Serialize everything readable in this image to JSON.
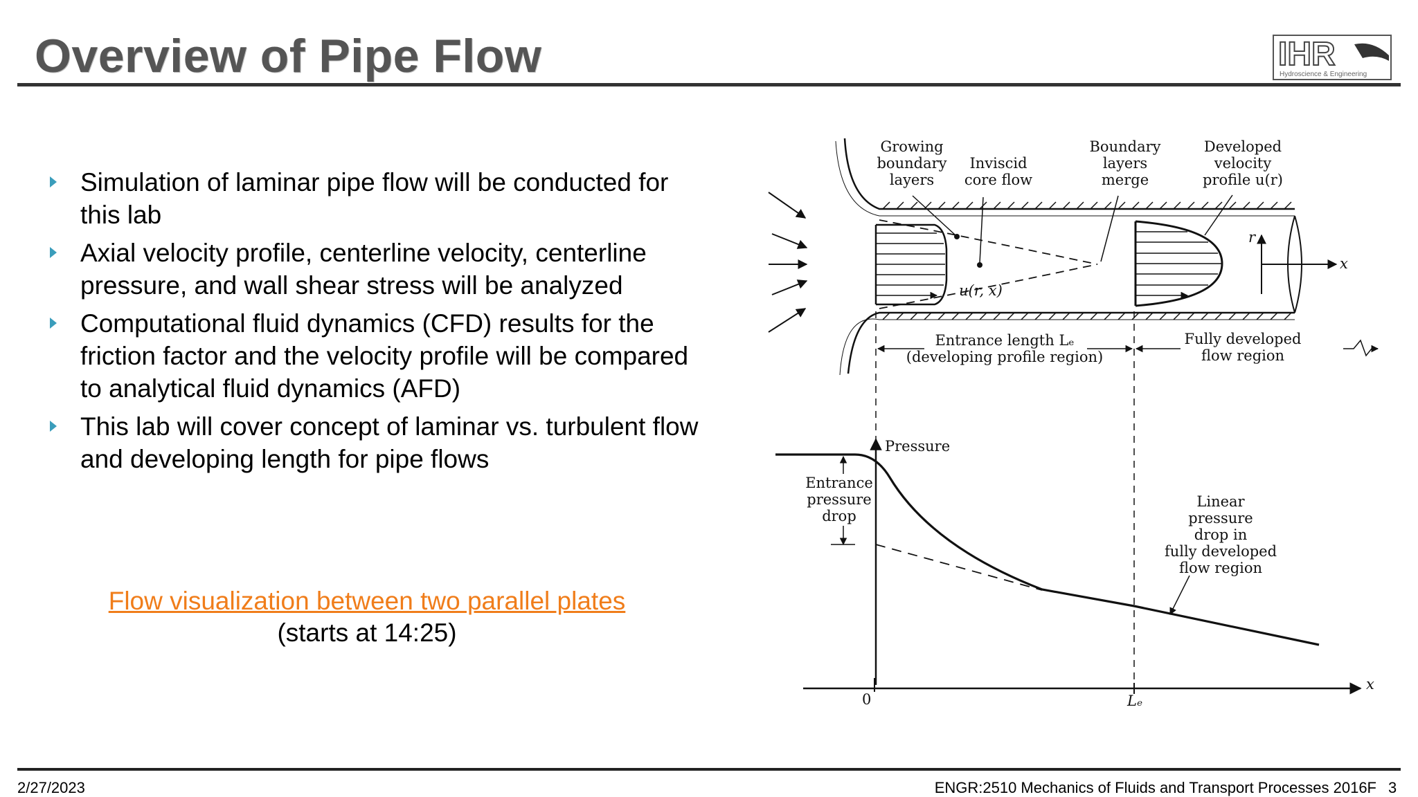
{
  "slide": {
    "title": "Overview of Pipe Flow",
    "bullets": [
      "Simulation of laminar pipe flow will be conducted for this lab",
      "Axial velocity profile, centerline velocity, centerline pressure, and wall shear stress will be analyzed",
      "Computational fluid dynamics (CFD) results for the friction factor and the velocity profile will be compared to analytical fluid dynamics (AFD)",
      "This lab will cover concept of laminar vs. turbulent flow and developing length for pipe flows"
    ],
    "link_text": "Flow visualization between two parallel plates",
    "link_note": "(starts at 14:25)"
  },
  "logo": {
    "letters": "IHR",
    "subtitle": "Hydroscience & Engineering"
  },
  "footer": {
    "date": "2/27/2023",
    "course": "ENGR:2510 Mechanics of Fluids and Transport Processes 2016F",
    "page": "3"
  },
  "diagram": {
    "labels": {
      "growing_1": "Growing",
      "growing_2": "boundary",
      "growing_3": "layers",
      "inviscid_1": "Inviscid",
      "inviscid_2": "core flow",
      "bl_merge_1": "Boundary",
      "bl_merge_2": "layers",
      "bl_merge_3": "merge",
      "developed_1": "Developed",
      "developed_2": "velocity",
      "developed_3": "profile u(r)",
      "u_rx": "u(r, x)",
      "r_axis": "r",
      "x_axis": "x",
      "entrance_1": "Entrance length Lₑ",
      "entrance_2": "(developing profile region)",
      "fully_1": "Fully developed",
      "fully_2": "flow region",
      "pressure": "Pressure",
      "epd_1": "Entrance",
      "epd_2": "pressure",
      "epd_3": "drop",
      "linear_1": "Linear",
      "linear_2": "pressure",
      "linear_3": "drop in",
      "linear_4": "fully developed",
      "linear_5": "flow region",
      "origin": "0",
      "le_tick": "Lₑ",
      "x_axis_2": "x"
    }
  },
  "colors": {
    "title": "#555555",
    "bullet_arrow": "#3a9dbb",
    "link": "#f07d1a"
  }
}
